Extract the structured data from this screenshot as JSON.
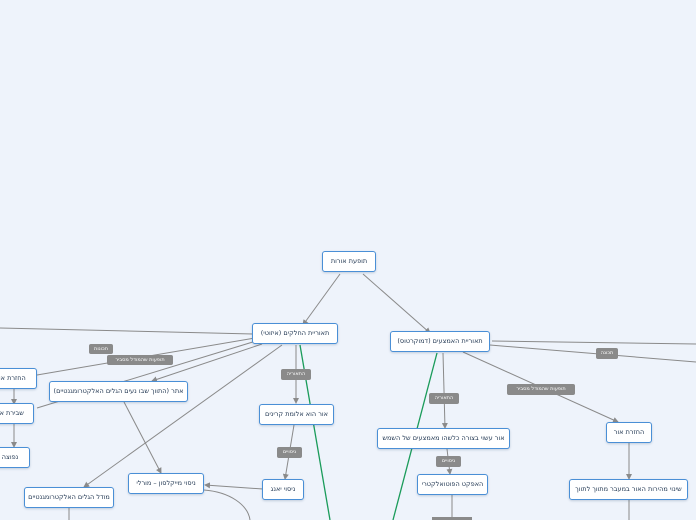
{
  "colors": {
    "background": "#eef3fb",
    "node_border": "#4a8fd6",
    "edge": "#8a8a8a",
    "highlight_edge": "#1a9b5a",
    "label_bg": "#8a8a8a"
  },
  "nodes": {
    "root": "תופעת אורות",
    "particle_theory": "תאוריית החלקים (איזוטי)",
    "wave_theory": "תאוריית האמצעים (דמוקרטוס)",
    "left_top": "החזרת אור",
    "left_mid": "שבירת אור",
    "left_bottom": "נפוצה",
    "ether": "אתר (התווך שבו נעים הגלים האלקטרומגנטיים)",
    "light_particles": "אור הוא אלומת קרינים",
    "michelson": "ניסוי מייקלסון – מורלי",
    "young": "ניסוי יאנג",
    "em_model": "מודל הגלים האלקטרומגנטיים",
    "light_wave": "אור עשוי בצורה כלשהו מאמצעים של השמש",
    "photoelectric": "האפקט הפוטואלקטרי",
    "reflection_right": "החזרת אור",
    "speed_change": "שינוי מהירות האור במעבר מתווך לתווך"
  },
  "edge_labels": {
    "features_left": "תכונות",
    "explains_left": "תופעות שהמודל מסביר",
    "theory_left": "התאוריה",
    "experiments_left": "ניסויים",
    "theory_right": "התאוריה",
    "experiments_right": "ניסויים",
    "explains_right": "תופעות שהמודל מסביר",
    "feature_right": "תכונה"
  }
}
